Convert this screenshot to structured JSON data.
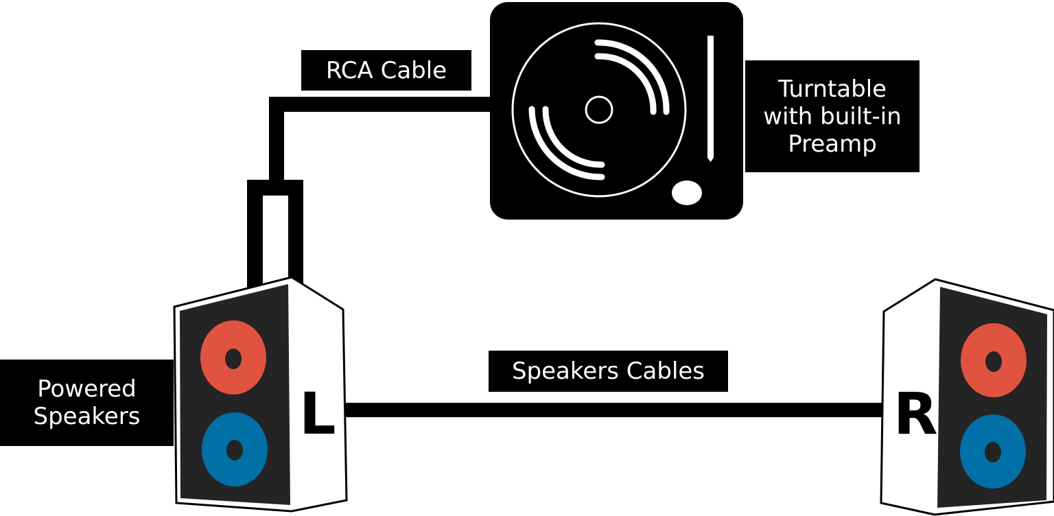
{
  "labels": {
    "rca_cable": "RCA Cable",
    "turntable": "Turntable\nwith built-in\nPreamp",
    "powered_speakers": "Powered\nSpeakers",
    "speaker_cables": "Speakers Cables"
  },
  "speakers": {
    "left_letter": "L",
    "right_letter": "R"
  },
  "colors": {
    "tweeter": "#e05340",
    "woofer": "#0070a6",
    "panel": "#242424",
    "device": "#000000"
  }
}
